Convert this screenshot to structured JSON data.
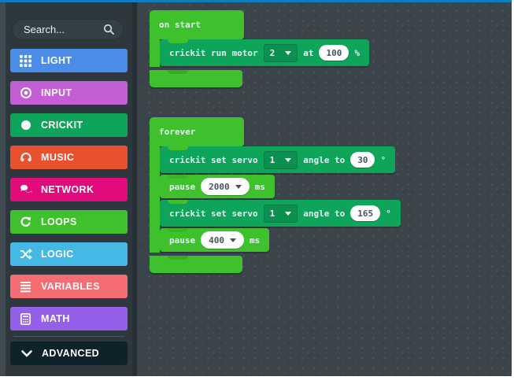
{
  "chrome": {
    "top_border_color": "#0d7ebd"
  },
  "colors": {
    "crickit_block": "#0ea55a",
    "loops_block": "#3fc12e",
    "toolbox_bg": "#2d373d",
    "workspace_bg": "#3b444a",
    "advanced_bg": "#0d2329"
  },
  "toolbox": {
    "search": {
      "placeholder": "Search...",
      "icon": "magnifier"
    },
    "categories": [
      {
        "label": "LIGHT",
        "color": "#4a8ce8",
        "icon": "grid"
      },
      {
        "label": "INPUT",
        "color": "#c45fd3",
        "icon": "target"
      },
      {
        "label": "CRICKIT",
        "color": "#0ea55a",
        "icon": "circle"
      },
      {
        "label": "MUSIC",
        "color": "#e8502e",
        "icon": "headphones"
      },
      {
        "label": "NETWORK",
        "color": "#e20b7b",
        "icon": "chat"
      },
      {
        "label": "LOOPS",
        "color": "#3fc12e",
        "icon": "refresh"
      },
      {
        "label": "LOGIC",
        "color": "#44b9e6",
        "icon": "shuffle"
      },
      {
        "label": "VARIABLES",
        "color": "#f36d73",
        "icon": "list"
      },
      {
        "label": "MATH",
        "color": "#9460e8",
        "icon": "calculator"
      }
    ],
    "advanced": {
      "label": "ADVANCED",
      "icon": "chevron-down"
    }
  },
  "workspace": {
    "on_start": {
      "label": "on start",
      "run_motor": {
        "prefix": "crickit run motor",
        "motor": "2",
        "at": "at",
        "value": "100",
        "unit": "%"
      }
    },
    "forever": {
      "label": "forever",
      "servo1": {
        "prefix": "crickit set servo",
        "servo": "1",
        "mid": "angle to",
        "value": "30",
        "unit": "°"
      },
      "pause1": {
        "prefix": "pause",
        "value": "2000",
        "unit": "ms"
      },
      "servo2": {
        "prefix": "crickit set servo",
        "servo": "1",
        "mid": "angle to",
        "value": "165",
        "unit": "°"
      },
      "pause2": {
        "prefix": "pause",
        "value": "400",
        "unit": "ms"
      }
    }
  }
}
